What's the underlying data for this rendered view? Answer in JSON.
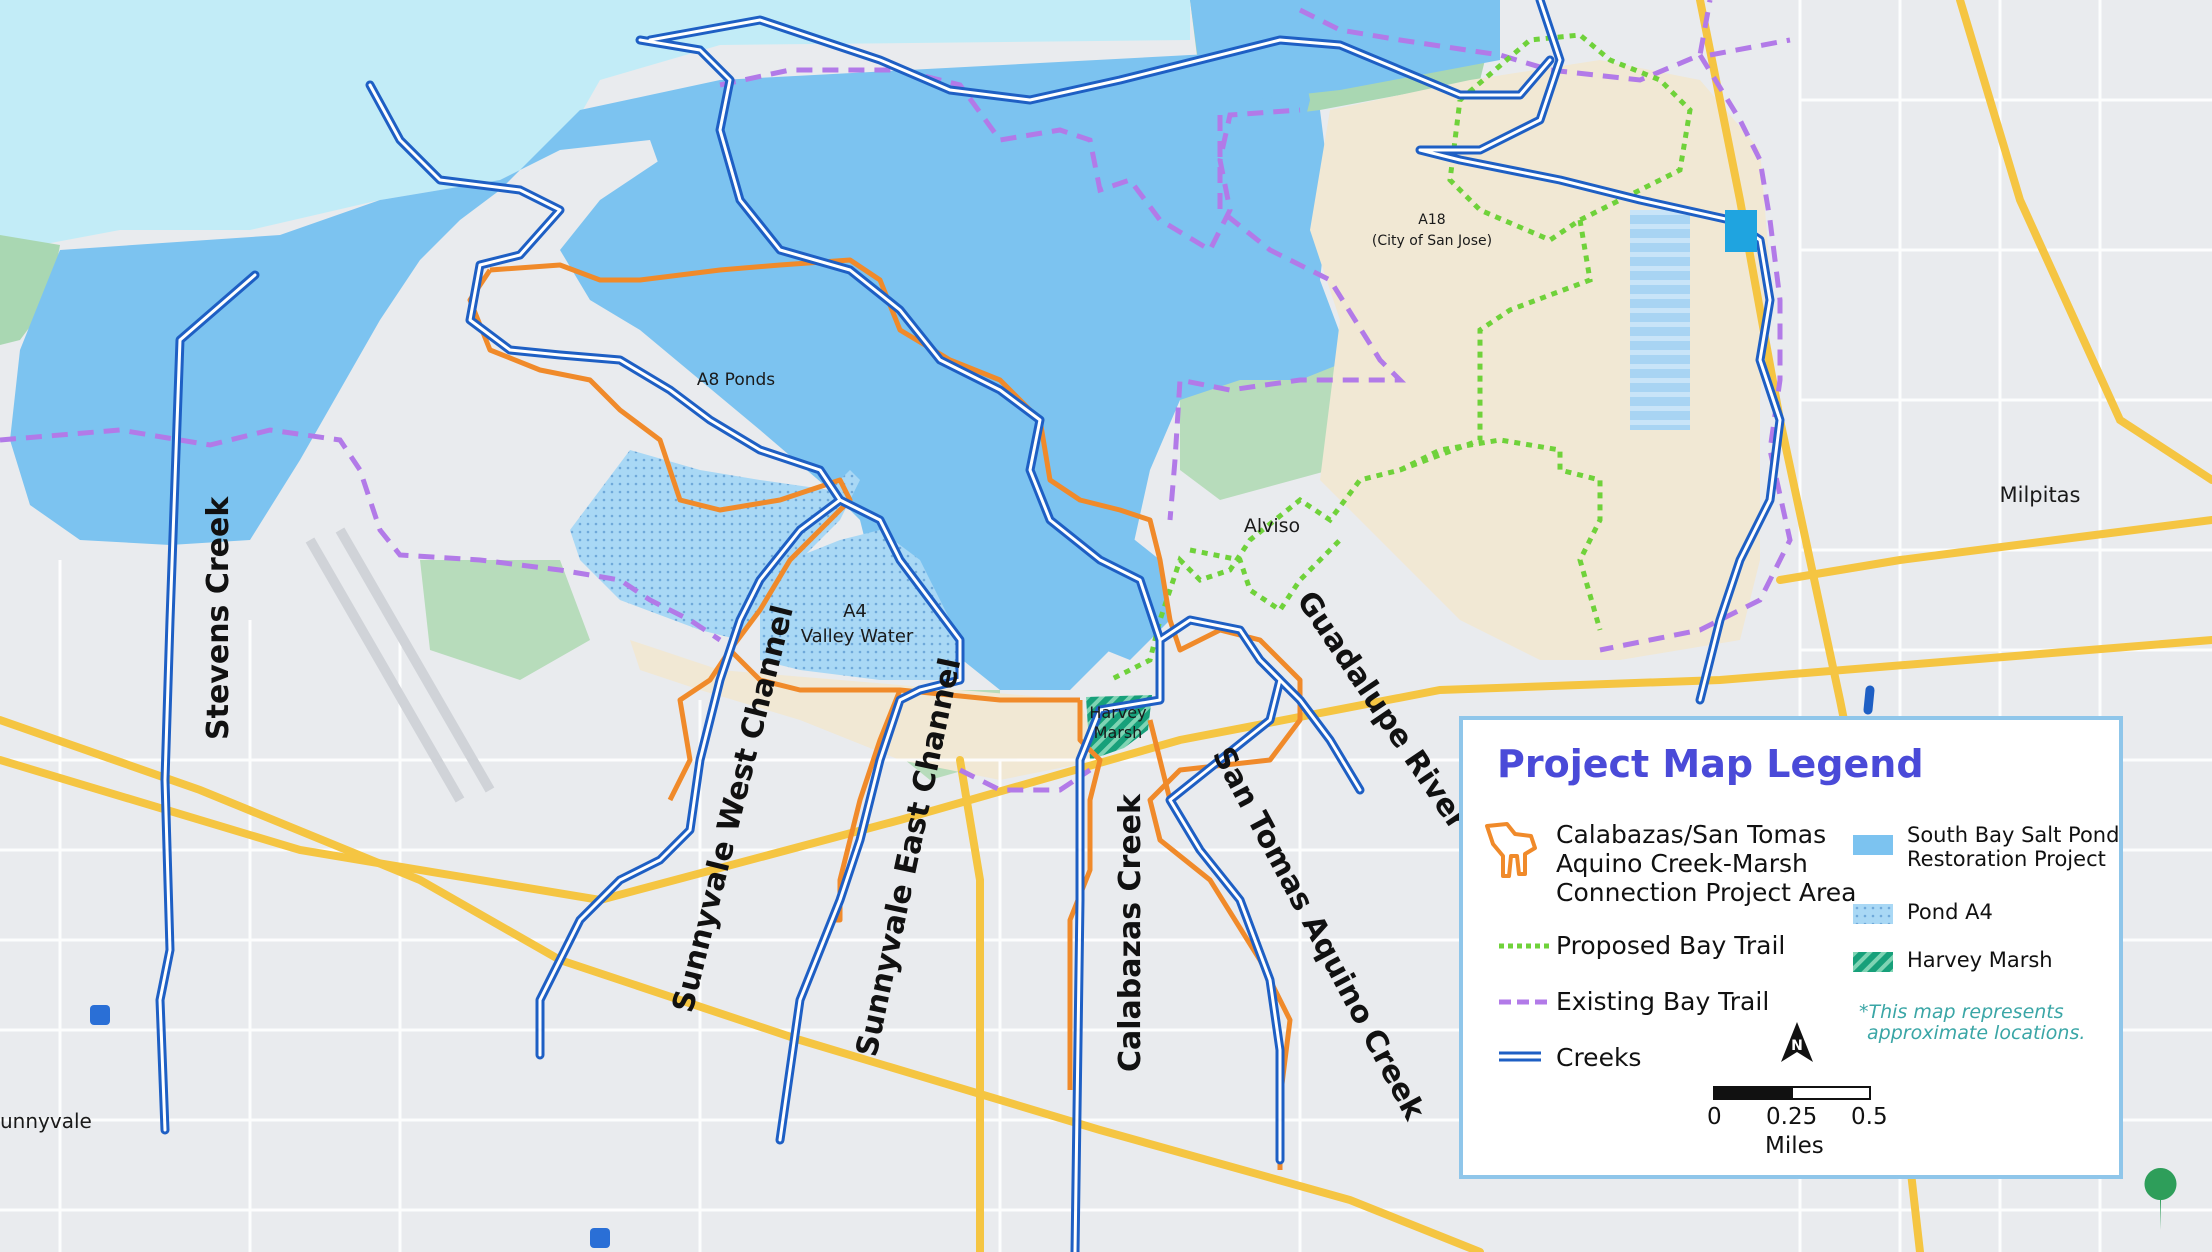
{
  "map": {
    "place_labels": {
      "a8_ponds": "A8 Ponds",
      "a18": "A18",
      "a18_owner": "(City of San Jose)",
      "alviso": "Alviso",
      "a4": "A4",
      "a4_owner": "Valley Water",
      "harvey_marsh_line1": "Harvey",
      "harvey_marsh_line2": "Marsh",
      "milpitas": "Milpitas",
      "sunnyvale_fragment": "unnyvale"
    },
    "creek_labels": {
      "stevens": "Stevens Creek",
      "sunnyvale_west": "Sunnyvale West Channel",
      "sunnyvale_east": "Sunnyvale East Channel",
      "calabazas": "Calabazas Creek",
      "san_tomas": "San Tomas Aquino Creek",
      "guadalupe": "Guadalupe River"
    },
    "colors": {
      "bay_water": "#c2ecf7",
      "salt_pond": "#7cc3f0",
      "land": "#e9ebee",
      "marsh_green": "#a9d7b2",
      "sand": "#f1e8d4",
      "highway": "#f5c542",
      "creek": "#1e5fc4",
      "project_area": "#f08a2a",
      "proposed_trail": "#6fd23a",
      "existing_trail": "#b27ae8",
      "harvey_marsh": "#17a07a"
    }
  },
  "legend": {
    "title": "Project Map Legend",
    "items": {
      "project_area": [
        "Calabazas/San Tomas",
        "Aquino Creek-Marsh",
        "Connection Project Area"
      ],
      "proposed_trail": "Proposed Bay Trail",
      "existing_trail": "Existing Bay Trail",
      "creeks": "Creeks",
      "salt_pond": [
        "South Bay Salt Pond",
        "Restoration Project"
      ],
      "pond_a4": "Pond A4",
      "harvey_marsh": "Harvey Marsh"
    },
    "note": [
      "*This map represents",
      "approximate locations."
    ],
    "north_symbol": "N",
    "scale": {
      "ticks": [
        "0",
        "0.25",
        "0.5"
      ],
      "unit": "Miles"
    }
  }
}
